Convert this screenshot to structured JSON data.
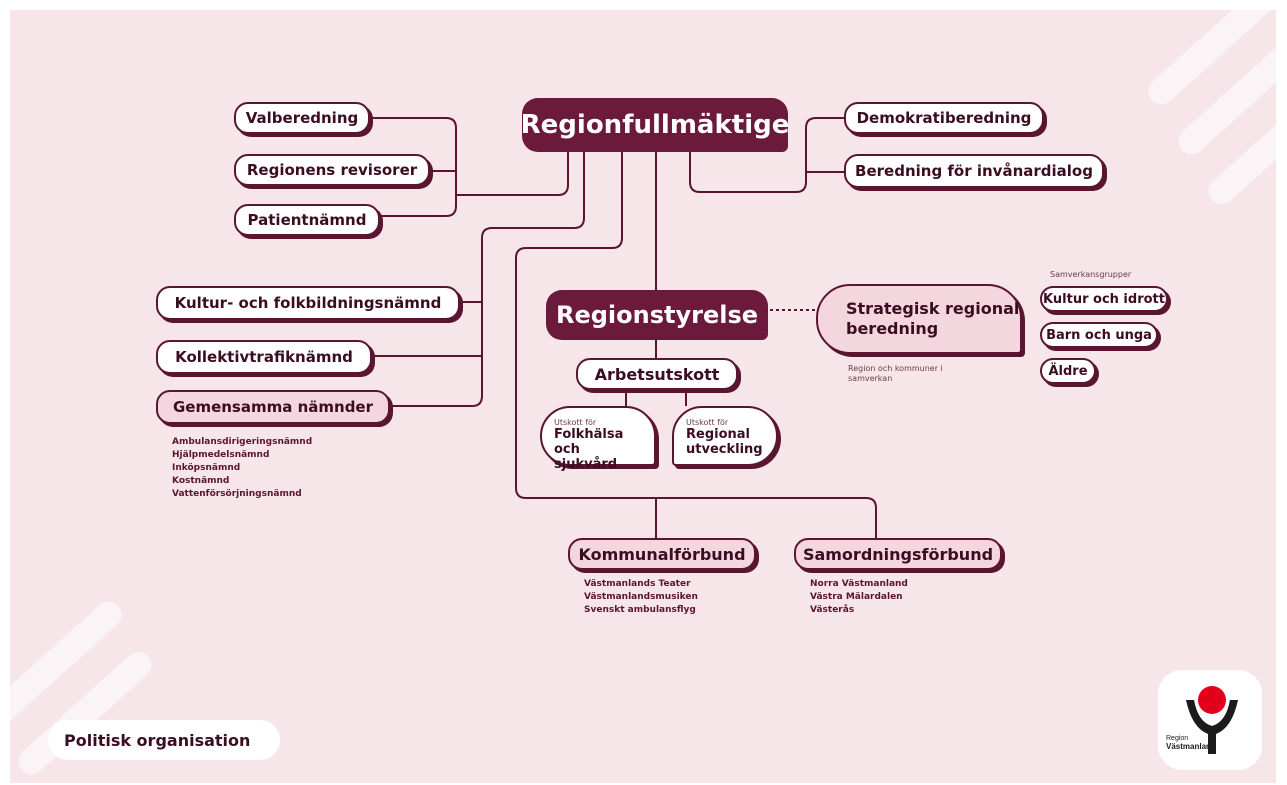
{
  "top": {
    "label": "Regionfullmäktige"
  },
  "left_group": [
    {
      "label": "Valberedning"
    },
    {
      "label": "Regionens revisorer"
    },
    {
      "label": "Patientnämnd"
    }
  ],
  "right_group": [
    {
      "label": "Demokratiberedning"
    },
    {
      "label": "Beredning för invånardialog"
    }
  ],
  "nämnder": [
    {
      "label": "Kultur- och folkbildningsnämnd"
    },
    {
      "label": "Kollektivtrafiknämnd"
    },
    {
      "label": "Gemensamma nämnder"
    }
  ],
  "gemensamma_list": [
    "Ambulansdirigeringsnämnd",
    "Hjälpmedelsnämnd",
    "Inköpsnämnd",
    "Kostnämnd",
    "Vattenförsörjningsnämnd"
  ],
  "styrelse": {
    "label": "Regionstyrelse",
    "arbetsutskott": "Arbetsutskott",
    "utskott": [
      {
        "pre": "Utskott för",
        "main": "Folkhälsa och sjukvård"
      },
      {
        "pre": "Utskott för",
        "main": "Regional utveckling"
      }
    ]
  },
  "strategisk": {
    "label": "Strategisk regional beredning",
    "caption": "Region och kommuner i samverkan"
  },
  "samverkansgrupper": {
    "heading": "Samverkansgrupper",
    "items": [
      {
        "label": "Kultur och idrott"
      },
      {
        "label": "Barn och unga"
      },
      {
        "label": "Äldre"
      }
    ]
  },
  "kommunalförbund": {
    "label": "Kommunalförbund",
    "items": [
      "Västmanlands Teater",
      "Västmanlandsmusiken",
      "Svenskt ambulansflyg"
    ]
  },
  "samordningsförbund": {
    "label": "Samordningsförbund",
    "items": [
      "Norra Västmanland",
      "Västra Mälardalen",
      "Västerås"
    ]
  },
  "footer": {
    "title": "Politisk organisation"
  },
  "logo": {
    "line1": "Region",
    "line2": "Västmanland"
  },
  "colors": {
    "background": "#f6e6ea",
    "dark": "#6b1a3b",
    "pink": "#f3d6de",
    "logo_red": "#e3001b"
  }
}
